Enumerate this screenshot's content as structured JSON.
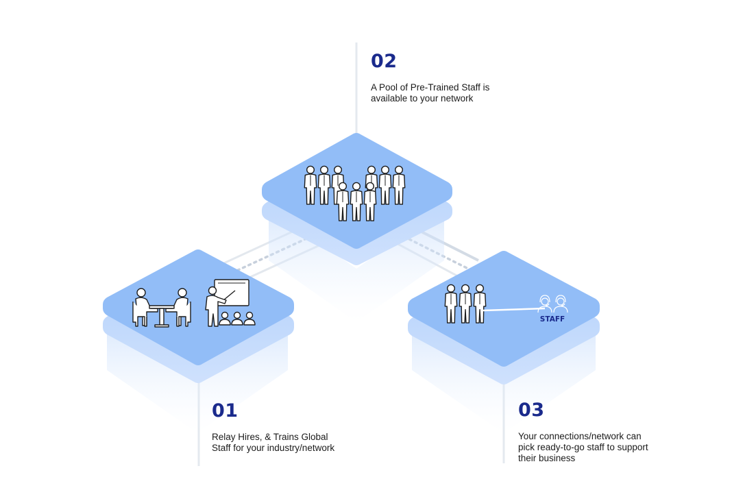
{
  "steps": [
    {
      "number": "01",
      "description_lines": [
        "Relay Hires, & Trains Global",
        "Staff for  your industry/network"
      ]
    },
    {
      "number": "02",
      "description_lines": [
        "A  Pool of Pre-Trained Staff is",
        "available to your network"
      ]
    },
    {
      "number": "03",
      "description_lines": [
        "Your connections/network can",
        "pick ready-to-go staff to support",
        "their business"
      ]
    }
  ],
  "tile_badge": "STAFF",
  "icons": {
    "step01": [
      "interview-icon",
      "teacher-presentation-icon"
    ],
    "step02": [
      "staff-group-icon"
    ],
    "step03": [
      "staff-trio-icon",
      "support-headset-icon"
    ]
  },
  "colors": {
    "tile_top": "#92bdf7",
    "tile_layer": "#bdd6fb",
    "heading": "#1a2a8c",
    "connector": "#dde3ea",
    "guide_line": "#e4e9ef"
  }
}
